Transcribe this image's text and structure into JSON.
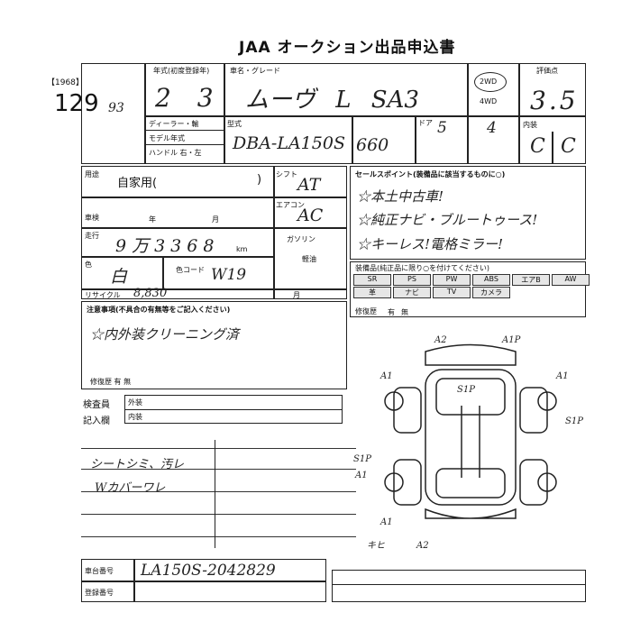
{
  "header": {
    "title": "JAA オークション出品申込書",
    "ref_code": "【1968】",
    "lot_number": "129",
    "lot_mark": "93"
  },
  "top": {
    "year_label": "年式(初度登録年)",
    "year_value": "2 3",
    "vehicle_label": "車名・グレード",
    "vehicle_value": "ムーヴ L SA3",
    "drive_2wd": "2WD",
    "drive_4wd": "4WD",
    "rating_label": "評価点",
    "rating_value": "3.5",
    "dealer_label": "ディーラー・輸",
    "model_change_label": "モデル年式",
    "handle_label": "ハンドル 右・左",
    "model_label": "型式",
    "model_value": "DBA-LA150S",
    "cc_value": "660",
    "doors_label": "ドア",
    "doors_value": "5",
    "seats_value": "4",
    "interior_label": "内装",
    "int_value": "C",
    "ext_value": "C"
  },
  "mid": {
    "usage_label": "用途",
    "usage_value": "自家用(",
    "usage_close": ")",
    "shift_label": "シフト",
    "shift_value": "AT",
    "aircon_label": "エアコン",
    "aircon_value": "AC",
    "inspection_label": "車検",
    "inspection_year": "年",
    "inspection_month": "月",
    "mileage_label": "走行",
    "mileage_value": "9万3368",
    "mileage_unit": "km",
    "fuel_label": "ガソリン",
    "fuel_diesel": "軽油",
    "color_label": "色",
    "color_value": "白",
    "color_code_label": "色コード",
    "color_code_value": "W19",
    "recycle_label": "リサイクル",
    "recycle_value": "8,830",
    "recycle_month": "月",
    "sales_point_label": "セールスポイント(装備品に該当するものに○)",
    "sales_points": [
      "☆本土中古車!",
      "☆純正ナビ・ブルートゥース!",
      "☆キーレス!電格ミラー!"
    ],
    "equip_label": "装備品(純正品に限り○を付けてください)",
    "equip_row1": [
      "SR",
      "PS",
      "PW",
      "ABS",
      "エアB",
      "AW"
    ],
    "equip_row2": [
      "革",
      "ナビ",
      "TV",
      "カメラ"
    ],
    "repair_label": "修復歴",
    "repair_row": [
      "有",
      "無"
    ],
    "note_label": "注意事項(不具合の有無等をご記入ください)",
    "note_value": "☆内外装クリーニング済",
    "note_footer": "修復歴 有 無"
  },
  "diagram": {
    "marks": [
      "A2",
      "A1P",
      "S1P",
      "A1",
      "A1",
      "S1P",
      "S1P",
      "A1",
      "A1",
      "A2",
      "キヒ"
    ]
  },
  "bottom": {
    "check_label": "検査員",
    "entry_label": "記入欄",
    "exterior_label": "外装",
    "interior_label": "内装",
    "notes": [
      "シートシミ、汚レ",
      "Wカバーワレ"
    ],
    "frame_label": "車台番号",
    "frame_value": "LA150S-2042829",
    "reg_label": "登録番号"
  }
}
